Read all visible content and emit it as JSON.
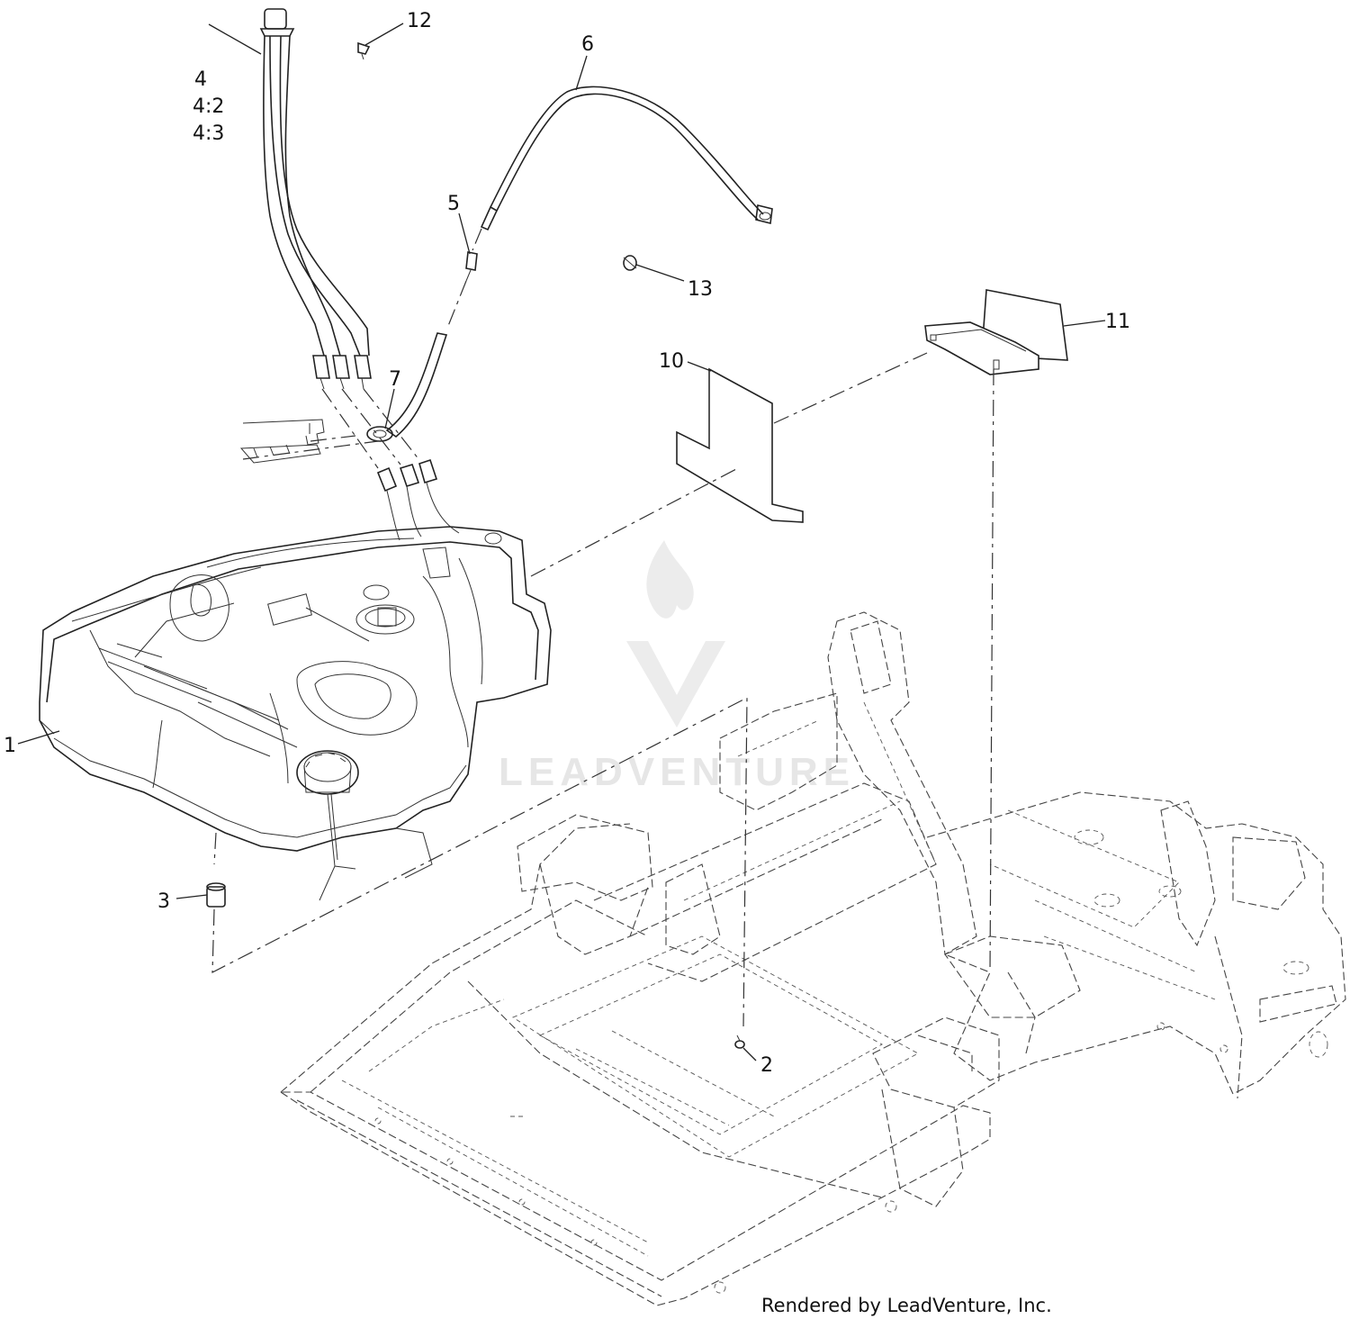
{
  "watermark": {
    "text": "LEADVENTURE"
  },
  "callouts": [
    {
      "key": "c1",
      "text": "1"
    },
    {
      "key": "c2",
      "text": "2"
    },
    {
      "key": "c3",
      "text": "3"
    },
    {
      "key": "c4",
      "text": "4"
    },
    {
      "key": "c4_2",
      "text": "4:2"
    },
    {
      "key": "c4_3",
      "text": "4:3"
    },
    {
      "key": "c5",
      "text": "5"
    },
    {
      "key": "c6",
      "text": "6"
    },
    {
      "key": "c7",
      "text": "7"
    },
    {
      "key": "c10",
      "text": "10"
    },
    {
      "key": "c11",
      "text": "11"
    },
    {
      "key": "c12",
      "text": "12"
    },
    {
      "key": "c13",
      "text": "13"
    }
  ],
  "footer": {
    "credit": "Rendered by LeadVenture, Inc."
  }
}
